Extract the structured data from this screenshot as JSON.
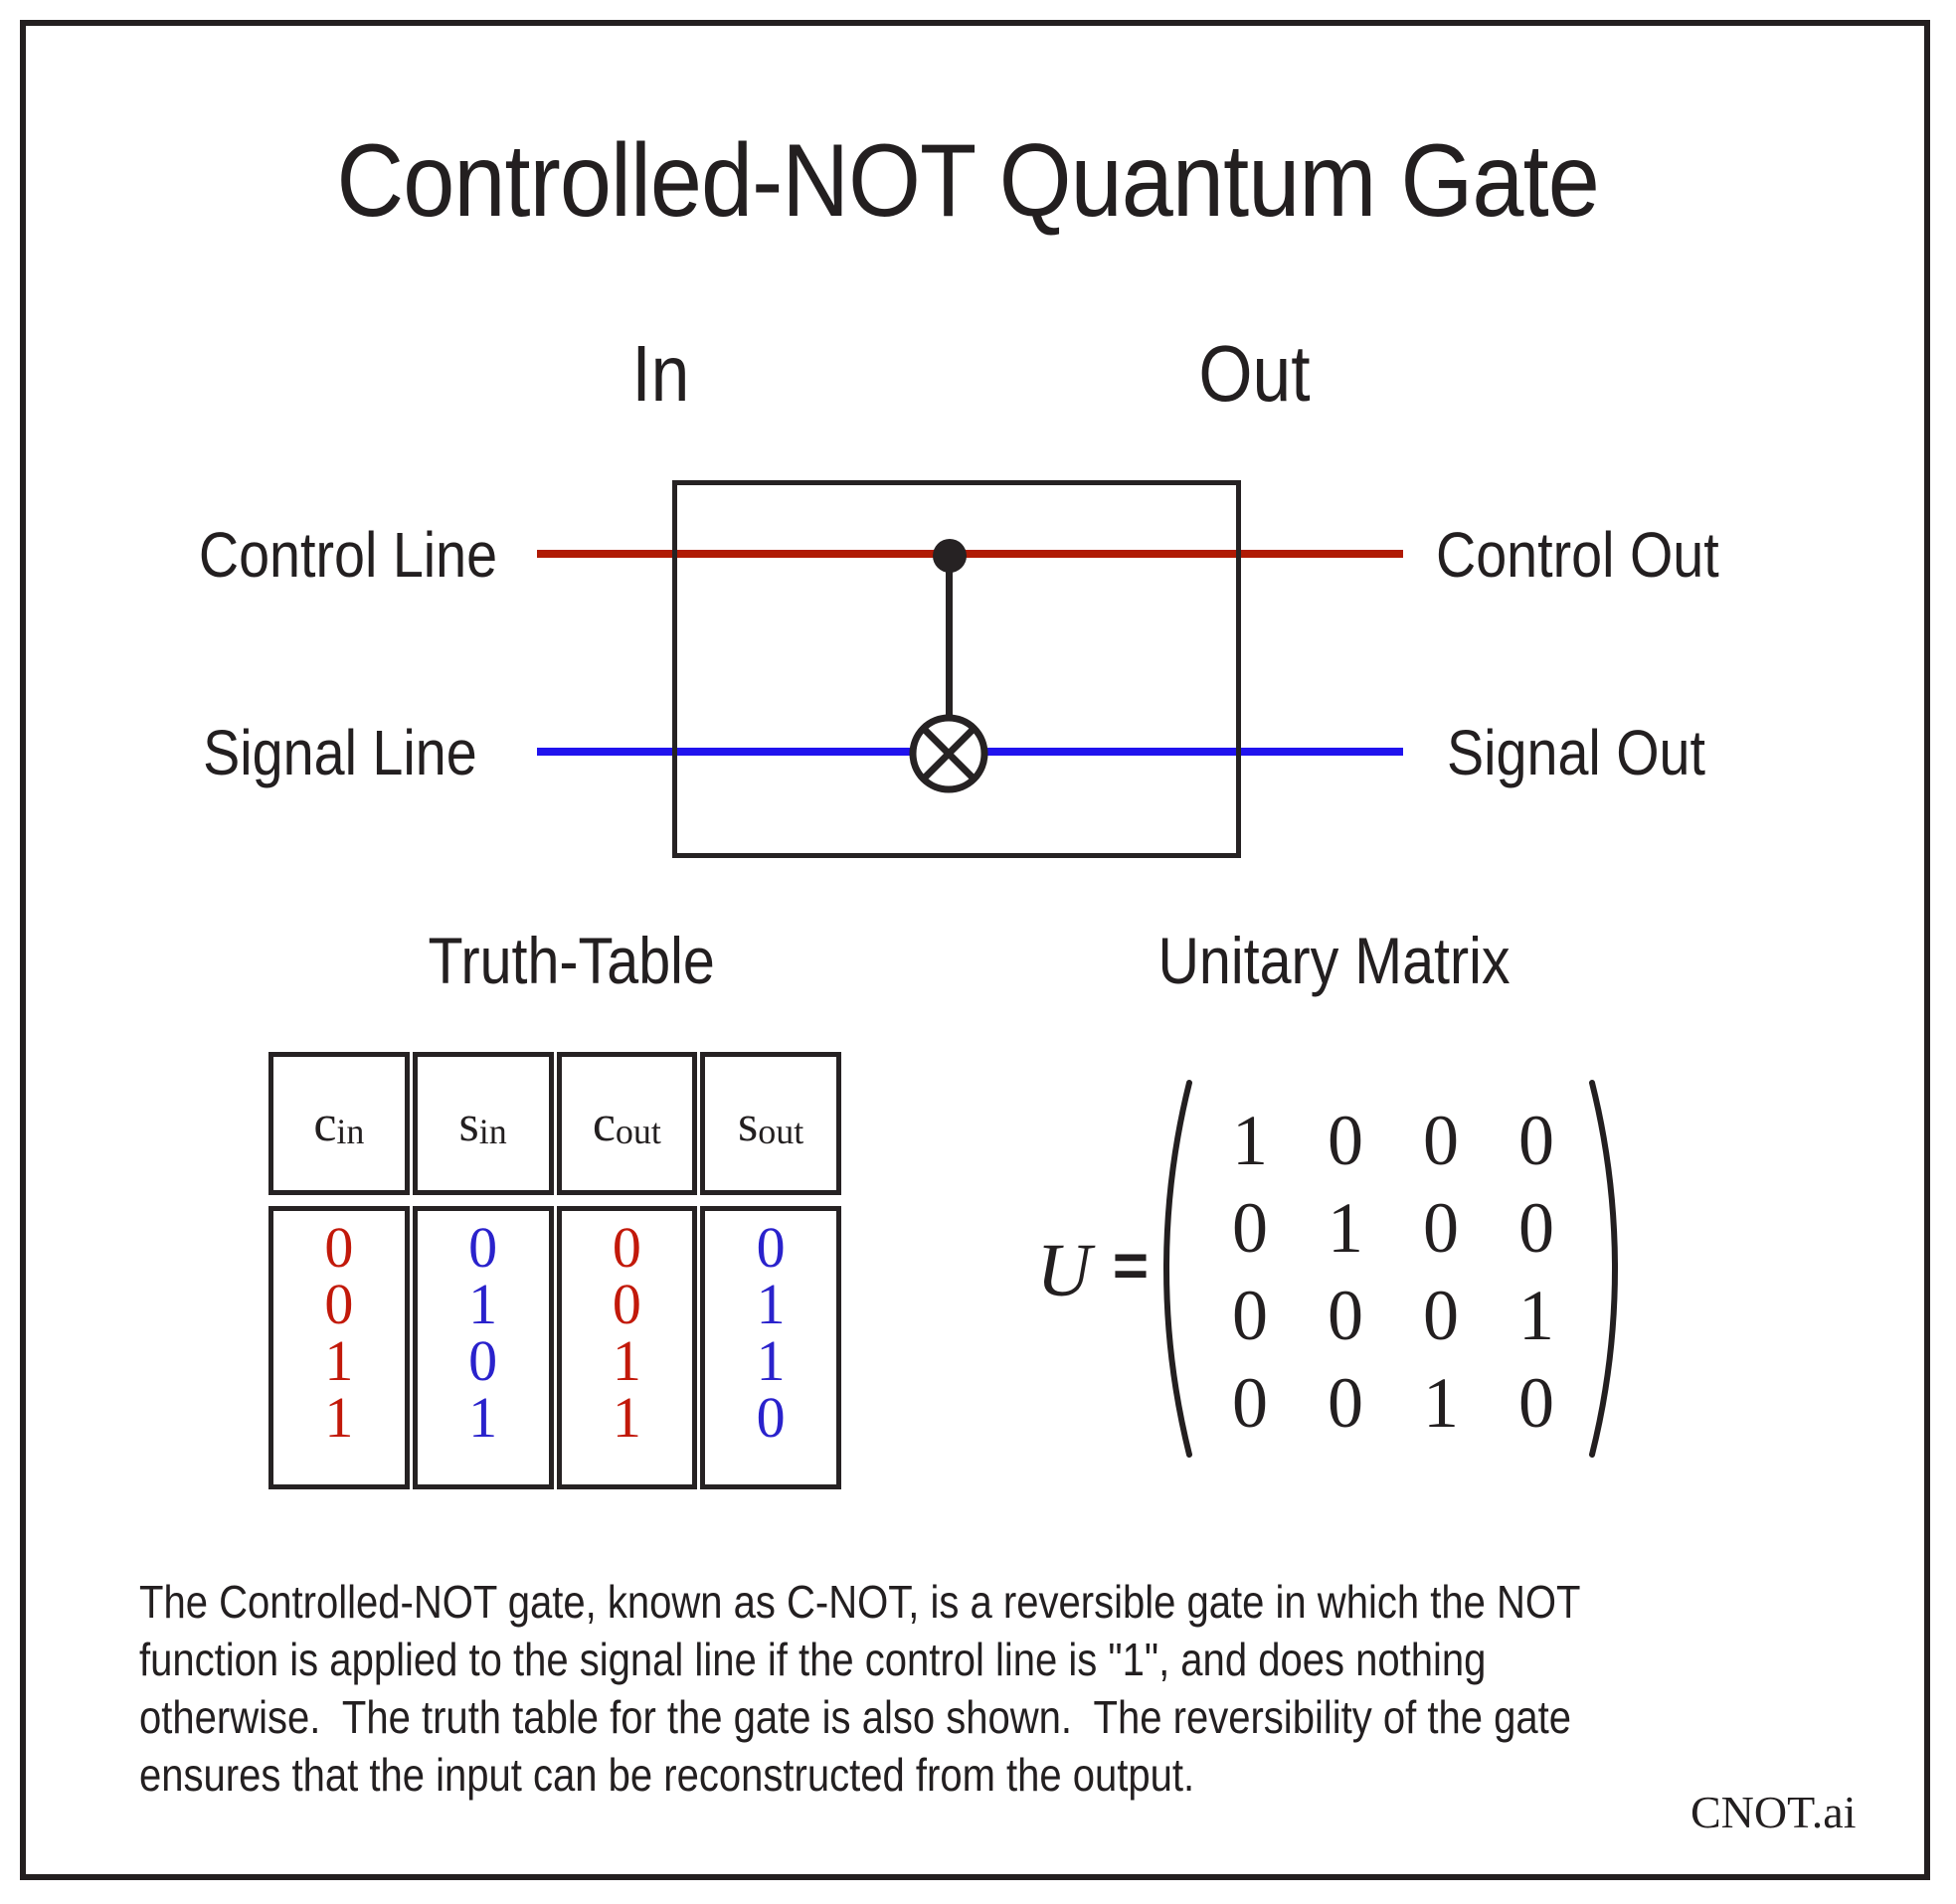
{
  "title": "Controlled-NOT Quantum Gate",
  "colors": {
    "control_line_color": "#b01a04",
    "signal_line_color": "#2013ee",
    "red_digit_color": "#c2190a",
    "blue_digit_color": "#2a22cc",
    "stroke_color": "#262223"
  },
  "circuit": {
    "in_label": "In",
    "out_label": "Out",
    "control_line_label": "Control Line",
    "signal_line_label": "Signal Line",
    "control_out_label": "Control Out",
    "signal_out_label": "Signal Out",
    "icons": [
      "control-dot-icon",
      "cnot-target-icon"
    ]
  },
  "truth_table": {
    "title": "Truth-Table",
    "headers": [
      {
        "base": "c",
        "sub": "in"
      },
      {
        "base": "s",
        "sub": "in"
      },
      {
        "base": "c",
        "sub": "out"
      },
      {
        "base": "s",
        "sub": "out"
      }
    ],
    "columns": [
      [
        "0",
        "0",
        "1",
        "1"
      ],
      [
        "0",
        "1",
        "0",
        "1"
      ],
      [
        "0",
        "0",
        "1",
        "1"
      ],
      [
        "0",
        "1",
        "1",
        "0"
      ]
    ]
  },
  "unitary": {
    "title": "Unitary Matrix",
    "symbol": "U",
    "equals": "=",
    "rows": [
      [
        "1",
        "0",
        "0",
        "0"
      ],
      [
        "0",
        "1",
        "0",
        "0"
      ],
      [
        "0",
        "0",
        "0",
        "1"
      ],
      [
        "0",
        "0",
        "1",
        "0"
      ]
    ]
  },
  "caption": {
    "lines": [
      "The Controlled-NOT gate, known as C-NOT, is a reversible gate in which the NOT",
      "function is applied to the signal line if the control line is \"1\", and does nothing",
      "otherwise.  The truth table for the gate is also shown.  The reversibility of the gate",
      "ensures that the input can be reconstructed from the output."
    ]
  },
  "brand": "CNOT.ai"
}
